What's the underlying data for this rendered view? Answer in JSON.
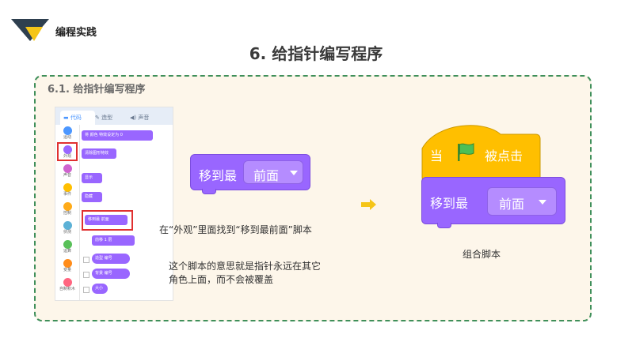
{
  "brand": {
    "name": "编程实践",
    "logo_icon": "triangle-logo-icon"
  },
  "page_title": "6. 给指针编写程序",
  "section_title": "6.1. 给指针编写程序",
  "editor": {
    "tabs": [
      "代码",
      "造型",
      "声音"
    ],
    "categories": [
      {
        "label": "运动",
        "color": "#4c97ff"
      },
      {
        "label": "外观",
        "color": "#9966ff"
      },
      {
        "label": "声音",
        "color": "#cf63cf"
      },
      {
        "label": "事件",
        "color": "#ffbf00"
      },
      {
        "label": "控制",
        "color": "#ffab19"
      },
      {
        "label": "侦测",
        "color": "#5cb1d6"
      },
      {
        "label": "运算",
        "color": "#59c059"
      },
      {
        "label": "变量",
        "color": "#ff8c1a"
      },
      {
        "label": "自制积木",
        "color": "#ff6680"
      }
    ],
    "palette_blocks": [
      "将 颜色 特效设定为 0",
      "清除图形特效",
      "显示",
      "隐藏",
      "移到最 前面",
      "前移 1 层",
      "造型 编号",
      "背景 编号",
      "大小"
    ]
  },
  "block_single": {
    "label": "移到最",
    "dropdown": "前面"
  },
  "caption_find": "在“外观”里面找到“移到最前面”脚本",
  "caption_meaning": [
    "这个脚本的意思就是指针永远在其它",
    "角色上面，而不会被覆盖"
  ],
  "arrow_icon": "right-arrow-icon",
  "combined": {
    "hat_when": "当",
    "hat_flag_icon": "green-flag-icon",
    "hat_clicked": "被点击",
    "block_label": "移到最",
    "block_dropdown": "前面"
  },
  "caption_combined": "组合脚本",
  "colors": {
    "looks": "#9966ff",
    "events": "#ffbf00",
    "panel_border": "#3f8f5a",
    "panel_bg": "#fdf6ea",
    "arrow": "#f5c518"
  }
}
